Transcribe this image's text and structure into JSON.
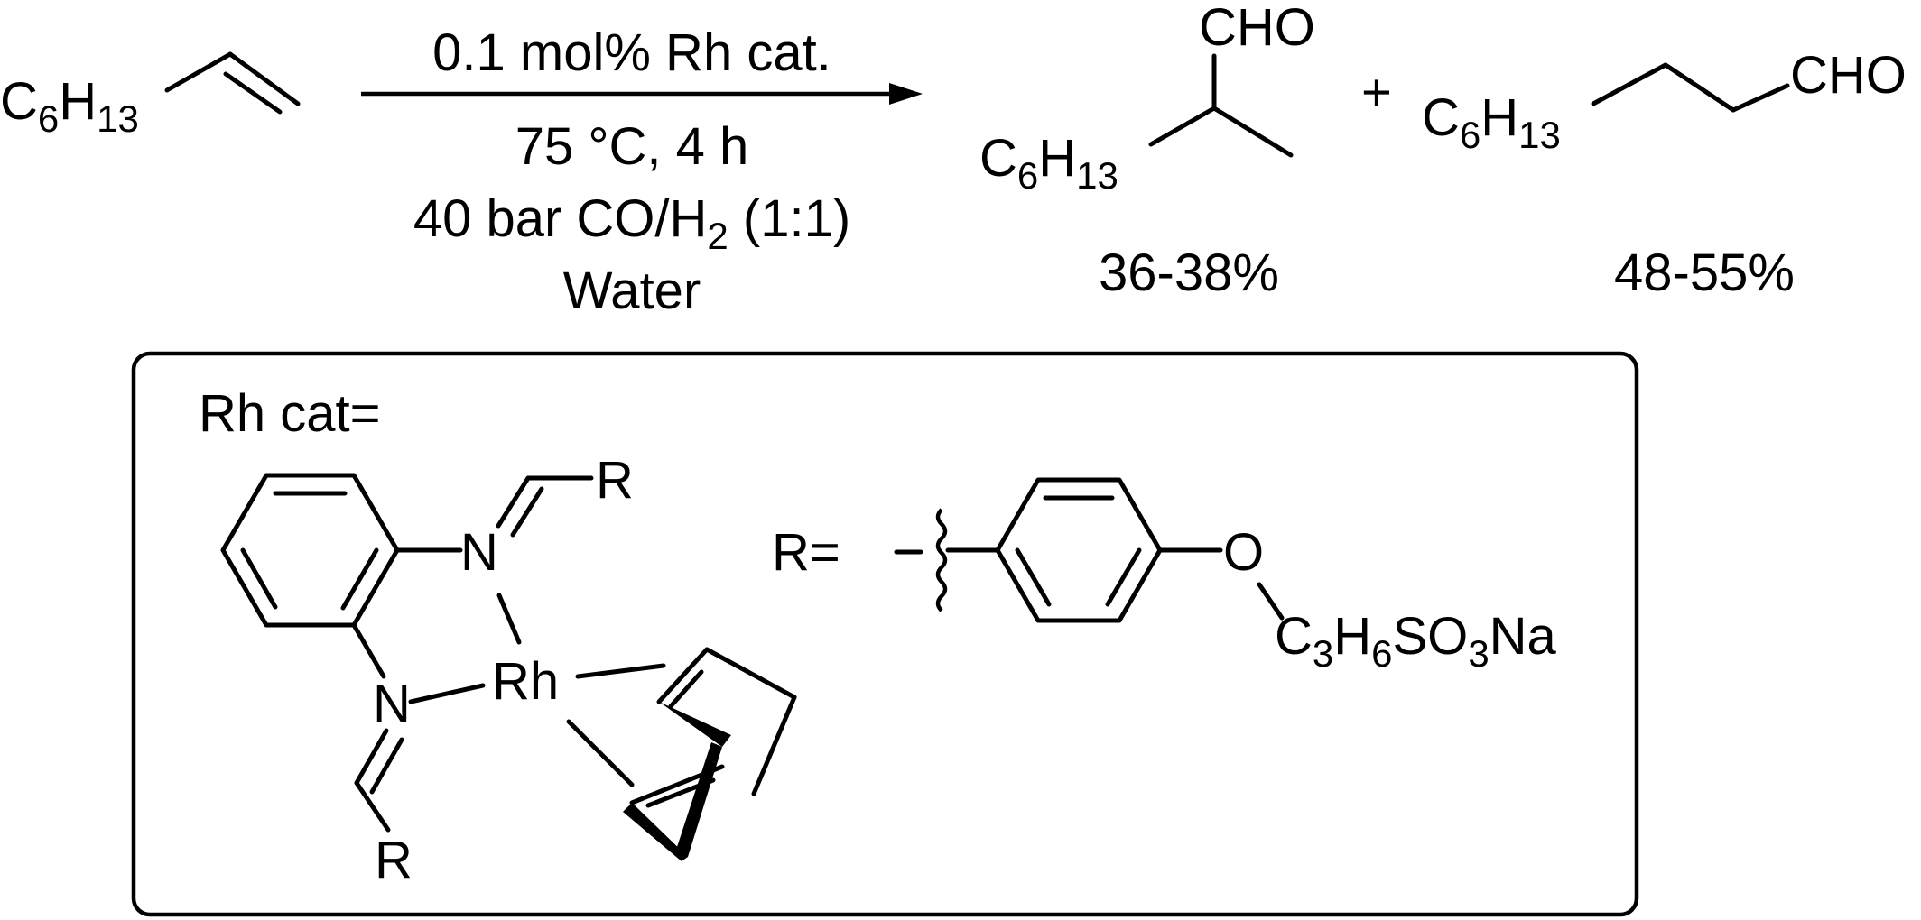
{
  "reactant": {
    "group": "C",
    "group_sub": "6",
    "h": "H",
    "h_sub": "13"
  },
  "conditions": {
    "line1": "0.1 mol% Rh cat.",
    "line2": "75 °C, 4 h",
    "line3_pre": "40 bar CO/H",
    "line3_sub": "2",
    "line3_post": " (1:1)",
    "line4": "Water"
  },
  "product_branched": {
    "group": "C",
    "group_sub": "6",
    "h": "H",
    "h_sub": "13",
    "aldehyde": "CHO",
    "yield": "36-38%"
  },
  "plus": "+",
  "product_linear": {
    "group": "C",
    "group_sub": "6",
    "h": "H",
    "h_sub": "13",
    "aldehyde": "CHO",
    "yield": "48-55%"
  },
  "catalyst_box": {
    "title": "Rh cat=",
    "metal": "Rh",
    "n_top": "N",
    "n_bottom": "N",
    "r_top": "R",
    "r_bottom": "R",
    "r_def_label": "R=",
    "oxygen": "O",
    "chain": [
      "C",
      "3",
      "H",
      "6",
      "SO",
      "3",
      "Na"
    ]
  }
}
